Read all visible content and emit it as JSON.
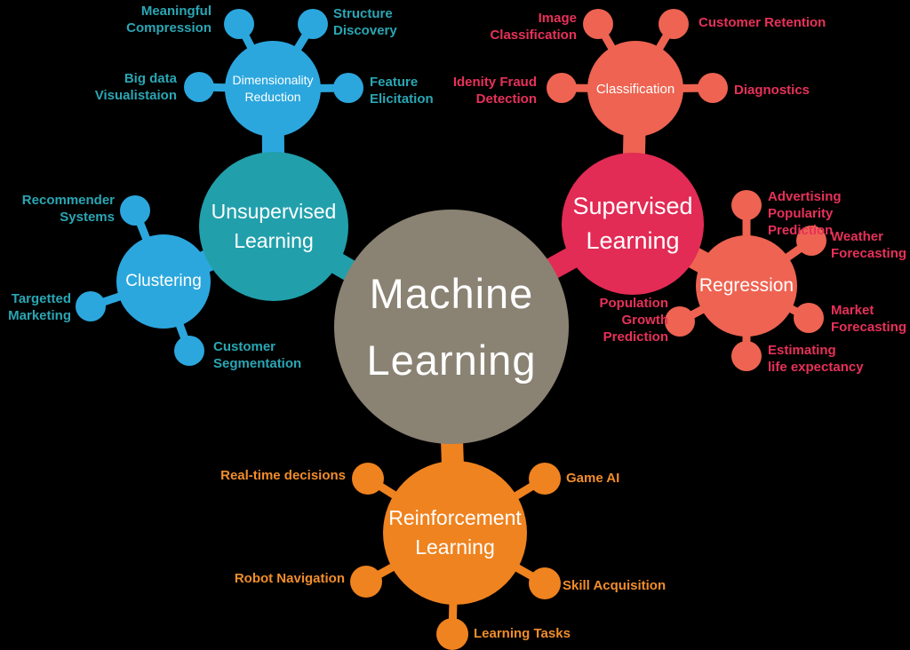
{
  "diagram_title": "Machine Learning mind map",
  "colors": {
    "background": "#000000",
    "light_blue": "#2BA7DE",
    "teal": "#21A0AC",
    "teal_text": "#2AA6B4",
    "crimson": "#E22B55",
    "crimson_text": "#E73159",
    "salmon": "#EE6351",
    "orange": "#EF831F",
    "orange_text": "#F18D2B",
    "taupe": "#8A8273",
    "node_text": "#FFFFFF"
  },
  "nodes": {
    "machine_learning": {
      "label": "Machine\nLearning"
    },
    "unsupervised_learning": {
      "label": "Unsupervised\nLearning"
    },
    "supervised_learning": {
      "label": "Supervised\nLearning"
    },
    "reinforcement_learning": {
      "label": "Reinforcement\nLearning"
    },
    "dimensionality_reduction": {
      "label": "Dimensionality\nReduction"
    },
    "clustering": {
      "label": "Clustering"
    },
    "classification": {
      "label": "Classification"
    },
    "regression": {
      "label": "Regression"
    }
  },
  "leaves": {
    "meaningful_compression": {
      "label": "Meaningful\nCompression",
      "branch": "dimensionality_reduction"
    },
    "structure_discovery": {
      "label": "Structure\nDiscovery",
      "branch": "dimensionality_reduction"
    },
    "big_data_visualistaion": {
      "label": "Big data\nVisualistaion",
      "branch": "dimensionality_reduction"
    },
    "feature_elicitation": {
      "label": "Feature\nElicitation",
      "branch": "dimensionality_reduction"
    },
    "recommender_systems": {
      "label": "Recommender\nSystems",
      "branch": "clustering"
    },
    "targetted_marketing": {
      "label": "Targetted\nMarketing",
      "branch": "clustering"
    },
    "customer_segmentation": {
      "label": "Customer\nSegmentation",
      "branch": "clustering"
    },
    "image_classification": {
      "label": "Image\nClassification",
      "branch": "classification"
    },
    "customer_retention": {
      "label": "Customer Retention",
      "branch": "classification"
    },
    "idenity_fraud_detection": {
      "label": "Idenity Fraud\nDetection",
      "branch": "classification"
    },
    "diagnostics": {
      "label": "Diagnostics",
      "branch": "classification"
    },
    "advertising_popularity_prediction": {
      "label": "Advertising Popularity\nPrediction",
      "branch": "regression"
    },
    "weather_forecasting": {
      "label": "Weather\nForecasting",
      "branch": "regression"
    },
    "market_forecasting": {
      "label": "Market\nForecasting",
      "branch": "regression"
    },
    "estimating_life_expectancy": {
      "label": "Estimating\nlife expectancy",
      "branch": "regression"
    },
    "population_growth_prediction": {
      "label": "Population\nGrowth\nPrediction",
      "branch": "regression"
    },
    "real_time_decisions": {
      "label": "Real-time decisions",
      "branch": "reinforcement_learning"
    },
    "game_ai": {
      "label": "Game AI",
      "branch": "reinforcement_learning"
    },
    "robot_navigation": {
      "label": "Robot Navigation",
      "branch": "reinforcement_learning"
    },
    "skill_acquisition": {
      "label": "Skill Acquisition",
      "branch": "reinforcement_learning"
    },
    "learning_tasks": {
      "label": "Learning Tasks",
      "branch": "reinforcement_learning"
    }
  }
}
